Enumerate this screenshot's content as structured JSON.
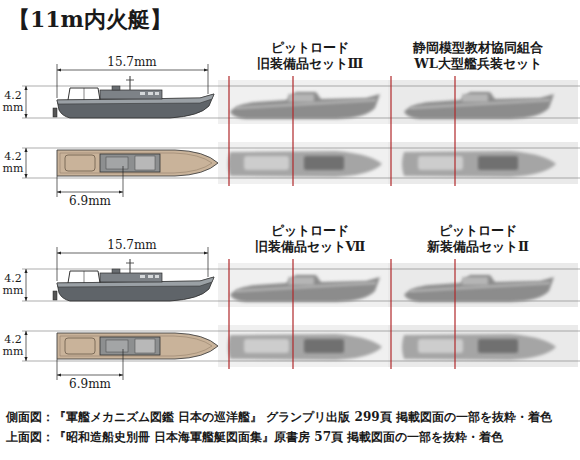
{
  "diagram": {
    "title": "【11m内火艇】",
    "labels": [
      "ピットロード 旧装備品セットⅢ",
      "静岡模型教材協同組合 WL大型艦兵装セット",
      "15.7mm",
      "4.2 mm",
      "4.2 mm",
      "6.9mm",
      "ピットロード 旧装備品セットⅦ",
      "ピットロード 新装備品セットⅡ",
      "15.7mm",
      "4.2 mm",
      "4.2 mm",
      "6.9mm",
      "側面図：『軍艦メカニズム図鑑 日本の巡洋艦』 グランプリ出版 299頁 掲載図面の一部を抜粋・着色",
      "上面図：『昭和造船史別冊 日本海軍艦艇図面集』原書房 57頁 掲載図面の一部を抜粋・着色"
    ]
  }
}
